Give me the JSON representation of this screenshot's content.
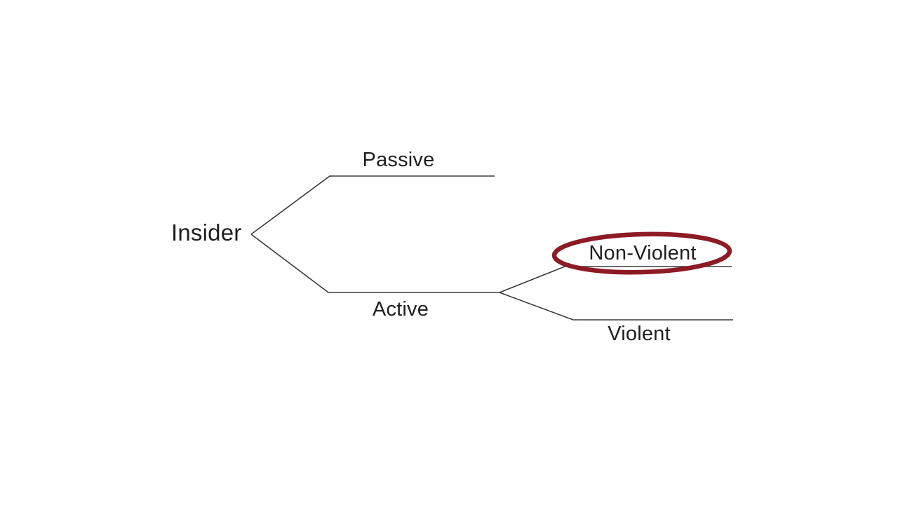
{
  "canvas": {
    "background": "#ffffff"
  },
  "colors": {
    "line": "#3a3a3a",
    "text": "#1f1f1f",
    "highlight": "#8d1b26"
  },
  "tree": {
    "root": {
      "label": "Insider"
    },
    "level1": [
      {
        "label": "Passive"
      },
      {
        "label": "Active"
      }
    ],
    "level2": [
      {
        "label": "Non-Violent",
        "circled": true
      },
      {
        "label": "Violent",
        "circled": false
      }
    ]
  }
}
